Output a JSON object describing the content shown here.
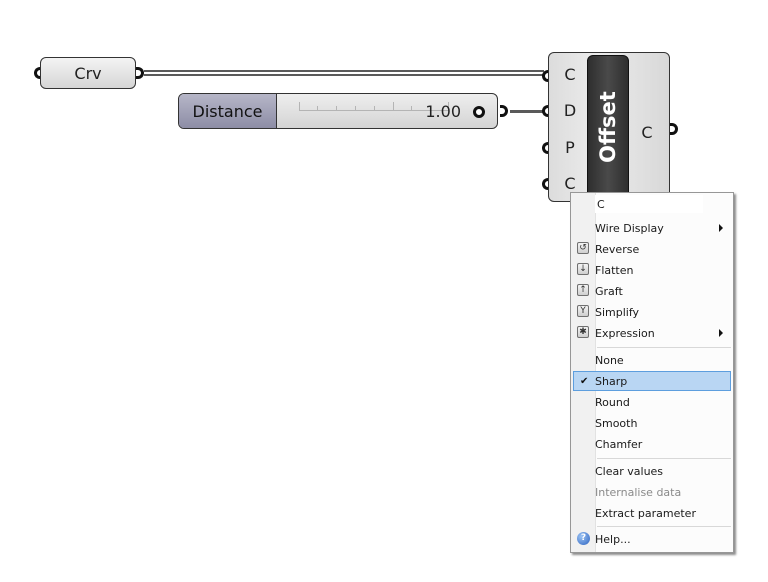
{
  "canvas": {
    "background": "#ffffff",
    "wire_color": "#5a5a5a"
  },
  "curve_param": {
    "label": "Crv"
  },
  "slider": {
    "label": "Distance",
    "value": "1.00",
    "label_color": "#9a9ab0"
  },
  "component": {
    "name": "Offset",
    "inputs": [
      {
        "label": "C"
      },
      {
        "label": "D"
      },
      {
        "label": "P"
      },
      {
        "label": "C"
      }
    ],
    "outputs": [
      {
        "label": "C"
      }
    ]
  },
  "context_menu": {
    "name_field": "C",
    "items": [
      {
        "label": "Wire Display",
        "submenu": true
      },
      {
        "label": "Reverse",
        "icon": "reverse-icon"
      },
      {
        "label": "Flatten",
        "icon": "flatten-icon"
      },
      {
        "label": "Graft",
        "icon": "graft-icon"
      },
      {
        "label": "Simplify",
        "icon": "simplify-icon"
      },
      {
        "label": "Expression",
        "icon": "expression-icon",
        "submenu": true
      },
      {
        "label": "None"
      },
      {
        "label": "Sharp",
        "checked": true
      },
      {
        "label": "Round"
      },
      {
        "label": "Smooth"
      },
      {
        "label": "Chamfer"
      },
      {
        "label": "Clear values"
      },
      {
        "label": "Internalise data",
        "disabled": true
      },
      {
        "label": "Extract parameter"
      },
      {
        "label": "Help...",
        "icon": "help-icon"
      }
    ],
    "highlight_color": "#b9d6f3",
    "highlight_border": "#5d9ede"
  }
}
